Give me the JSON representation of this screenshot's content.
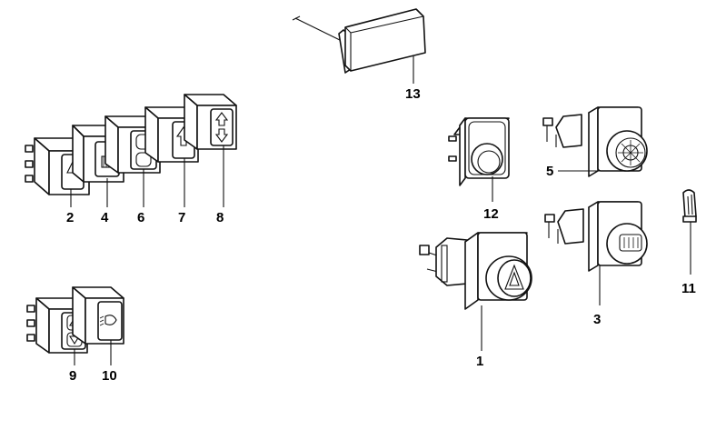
{
  "diagram": {
    "part_labels": {
      "p1": "1",
      "p2": "2",
      "p3": "3",
      "p4": "4",
      "p5": "5",
      "p6": "6",
      "p7": "7",
      "p8": "8",
      "p9": "9",
      "p10": "10",
      "p11": "11",
      "p12": "12",
      "p13": "13"
    }
  }
}
